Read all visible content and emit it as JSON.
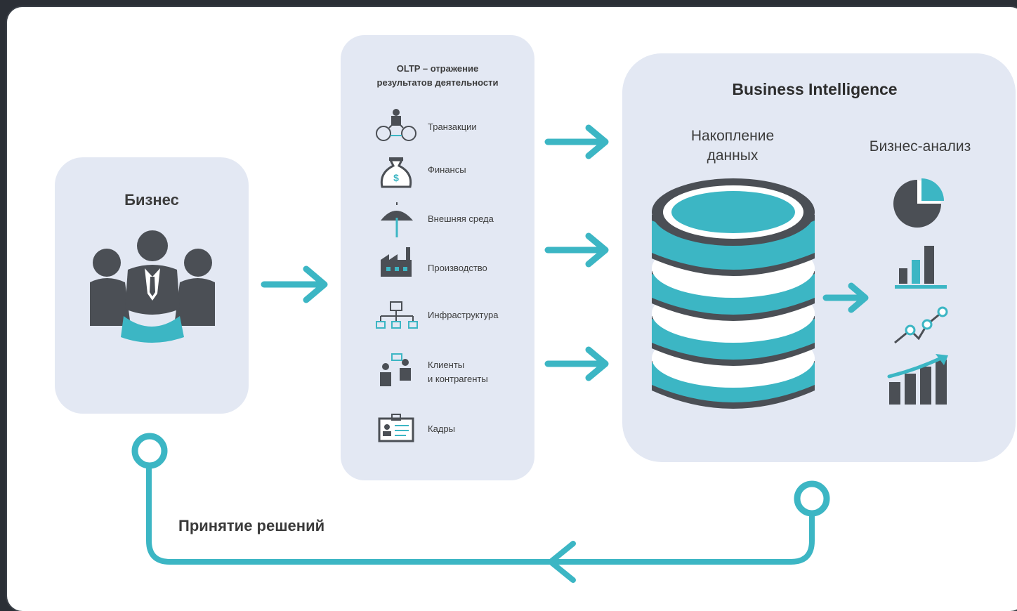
{
  "business": {
    "title": "Бизнес"
  },
  "oltp": {
    "title": "OLTP – отражение\nрезультатов деятельности",
    "items": [
      {
        "label": "Транзакции",
        "icon": "transactions-icon"
      },
      {
        "label": "Финансы",
        "icon": "money-bag-icon"
      },
      {
        "label": "Внешняя среда",
        "icon": "umbrella-icon"
      },
      {
        "label": "Производство",
        "icon": "factory-icon"
      },
      {
        "label": "Инфраструктура",
        "icon": "network-icon"
      },
      {
        "label": "Клиенты\nи контрагенты",
        "icon": "clients-chat-icon"
      },
      {
        "label": "Кадры",
        "icon": "id-card-icon"
      }
    ]
  },
  "bi": {
    "title": "Business Intelligence",
    "accumulation": "Накопление\nданных",
    "analysis": "Бизнес-анализ"
  },
  "decision": {
    "label": "Принятие решений"
  },
  "colors": {
    "accent": "#3cb6c4",
    "dark": "#4b4f55",
    "panel": "#e3e8f3"
  }
}
